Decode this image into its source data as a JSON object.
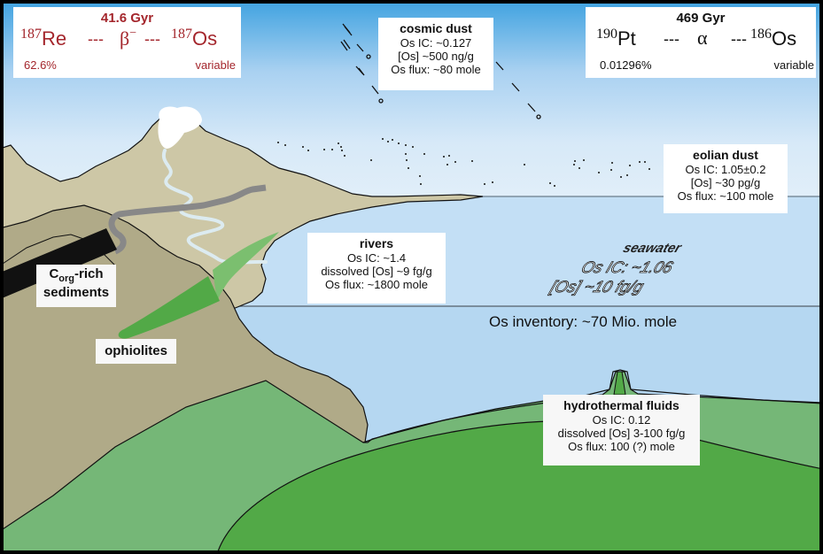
{
  "diagram": {
    "colors": {
      "sky_top": "#4aa8e2",
      "sky_bottom": "#dcebf8",
      "sea": "#b5d7f1",
      "sea_light": "#c5e0f6",
      "land_light": "#cdc7a6",
      "land_dark": "#b0aa88",
      "crust_light": "#75b777",
      "crust_dark": "#52a947",
      "ophiolite": "#52a947",
      "river": "#dcebf0",
      "road_gray": "#888888",
      "sediment_black": "#111111",
      "decay_red": "#a4262c"
    },
    "decay_re_os": {
      "half_life": "41.6 Gyr",
      "parent_mass": "187",
      "parent": "Re",
      "mode": "β",
      "mode_sup": "−",
      "daughter_mass": "187",
      "daughter": "Os",
      "parent_abundance": "62.6%",
      "daughter_abundance": "variable",
      "separator": "---"
    },
    "decay_pt_os": {
      "half_life": "469 Gyr",
      "parent_mass": "190",
      "parent": "Pt",
      "mode": "α",
      "daughter_mass": "186",
      "daughter": "Os",
      "parent_abundance": "0.01296%",
      "daughter_abundance": "variable",
      "separator": "---"
    },
    "cosmic_dust": {
      "title": "cosmic dust",
      "lines": [
        "Os IC: ~0.127",
        "[Os] ~500 ng/g",
        "Os flux: ~80 mole"
      ]
    },
    "eolian_dust": {
      "title": "eolian dust",
      "lines": [
        "Os IC: 1.05±0.2",
        "[Os] ~30 pg/g",
        "Os flux: ~100 mole"
      ]
    },
    "rivers": {
      "title": "rivers",
      "lines": [
        "Os IC: ~1.4",
        "dissolved [Os] ~9 fg/g",
        "Os flux: ~1800 mole"
      ]
    },
    "seawater": {
      "title": "seawater",
      "lines": [
        "Os IC: ~1.06",
        "[Os] ~10 fg/g"
      ],
      "inventory": "Os inventory: ~70 Mio. mole"
    },
    "hydrothermal": {
      "title": "hydrothermal fluids",
      "lines": [
        "Os IC: 0.12",
        "dissolved [Os] 3-100 fg/g",
        "Os flux: 100 (?) mole"
      ]
    },
    "sediments": {
      "label_main": "C",
      "label_sub": "org",
      "label_rest": "-rich",
      "label_line2": "sediments"
    },
    "ophiolites": {
      "label": "ophiolites"
    }
  }
}
